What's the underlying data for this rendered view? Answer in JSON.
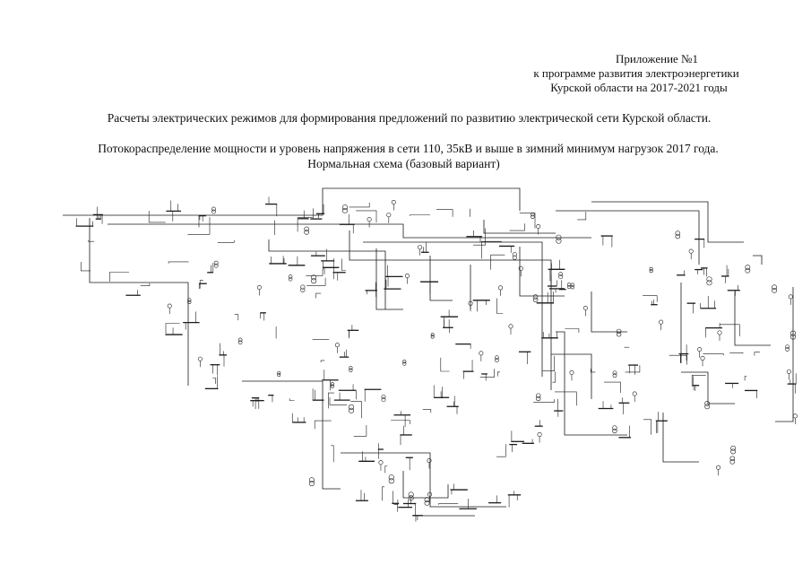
{
  "appendix": {
    "title": "Приложение №1",
    "line1": "к программе развития электроэнергетики",
    "line2": "Курской области на 2017-2021  годы"
  },
  "heading": {
    "main": "Расчеты электрических режимов для формирования предложений по развитию электрической сети Курской  области.",
    "subtitle": "Потокораспределение мощности и уровень напряжения в сети 110, 35кВ и выше в зимний минимум нагрузок 2017 года.",
    "scheme_name": "Нормальная схема (базовый вариант)"
  },
  "scheme": {
    "stroke_color": "#1a1a1a"
  }
}
